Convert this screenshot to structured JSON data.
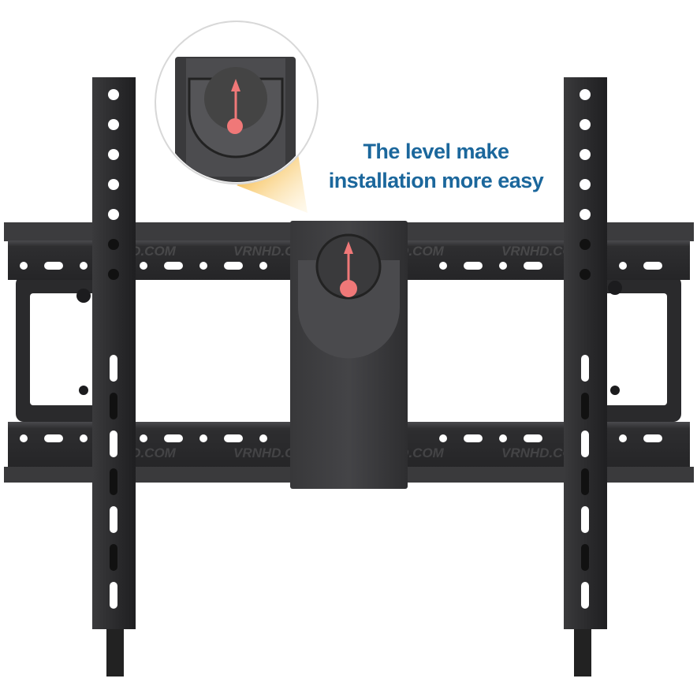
{
  "caption": {
    "line1": "The level make",
    "line2": "installation more easy"
  },
  "watermark": "VRNHD.COM",
  "colors": {
    "caption": "#1b679c",
    "steel": "#2a2a2c",
    "level_needle": "#f07878",
    "callout_wedge": "#f6b21e"
  }
}
